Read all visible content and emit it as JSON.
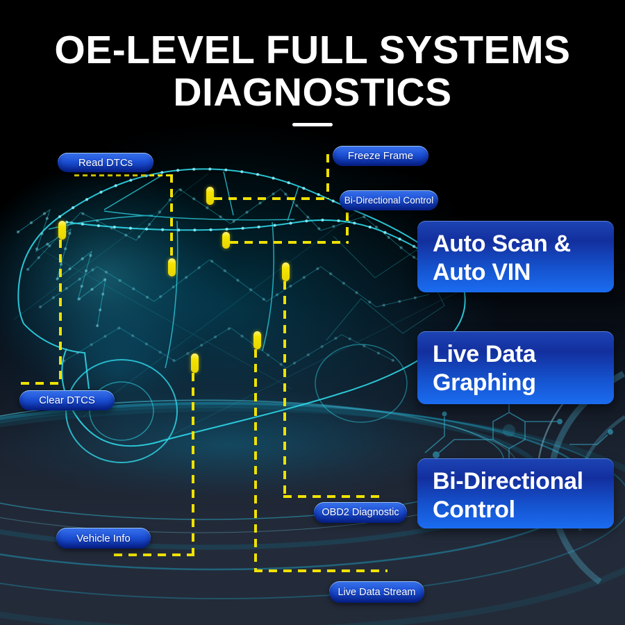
{
  "title": {
    "line1": "OE-LEVEL FULL SYSTEMS",
    "line2": "DIAGNOSTICS"
  },
  "callouts": [
    {
      "label": "Read DTCs"
    },
    {
      "label": "Freeze Frame"
    },
    {
      "label": "Bi-Directional Control"
    },
    {
      "label": "Clear DTCS"
    },
    {
      "label": "Vehicle Info"
    },
    {
      "label": "OBD2 Diagnostic"
    },
    {
      "label": "Live Data Stream"
    }
  ],
  "features": [
    {
      "line1": "Auto Scan &",
      "line2": "Auto VIN"
    },
    {
      "line1": "Live Data",
      "line2": "Graphing"
    },
    {
      "line1": "Bi-Directional",
      "line2": "Control"
    }
  ],
  "colors": {
    "accent_yellow": "#EFE103",
    "callout_blue_top": "#3A74EE",
    "callout_blue_bottom": "#0A2DA2",
    "feature_blue_top": "#132F9E",
    "feature_blue_bottom": "#1B6CF0",
    "wireframe_cyan": "#2FD8E8",
    "background_top": "#000000",
    "background_bottom": "#232B3A",
    "text_white": "#FFFFFF"
  }
}
